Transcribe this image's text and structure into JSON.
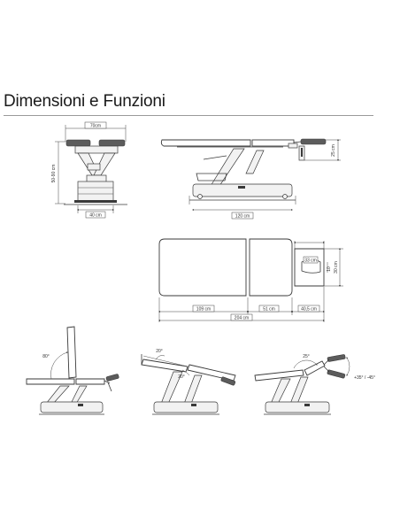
{
  "title": "Dimensioni e Funzioni",
  "front_view": {
    "width_label": "70cm",
    "height_label": "50-90 cm",
    "base_label": "40 cm"
  },
  "side_view": {
    "head_height_label": "25 cm",
    "base_label": "120 cm"
  },
  "top_view": {
    "head_width_label": "33 cm",
    "face_hole_label": "10",
    "head_length_label": "30 cm",
    "seg1_label": "109 cm",
    "seg2_label": "51 cm",
    "seg3_label": "40,5 cm",
    "total_label": "204 cm"
  },
  "functions": {
    "backrest_angle": "80°",
    "leg_angle": "20°",
    "trend_angle": "20°",
    "head_angle_top": "25°",
    "head_angle_right": "+35° / -45°"
  }
}
